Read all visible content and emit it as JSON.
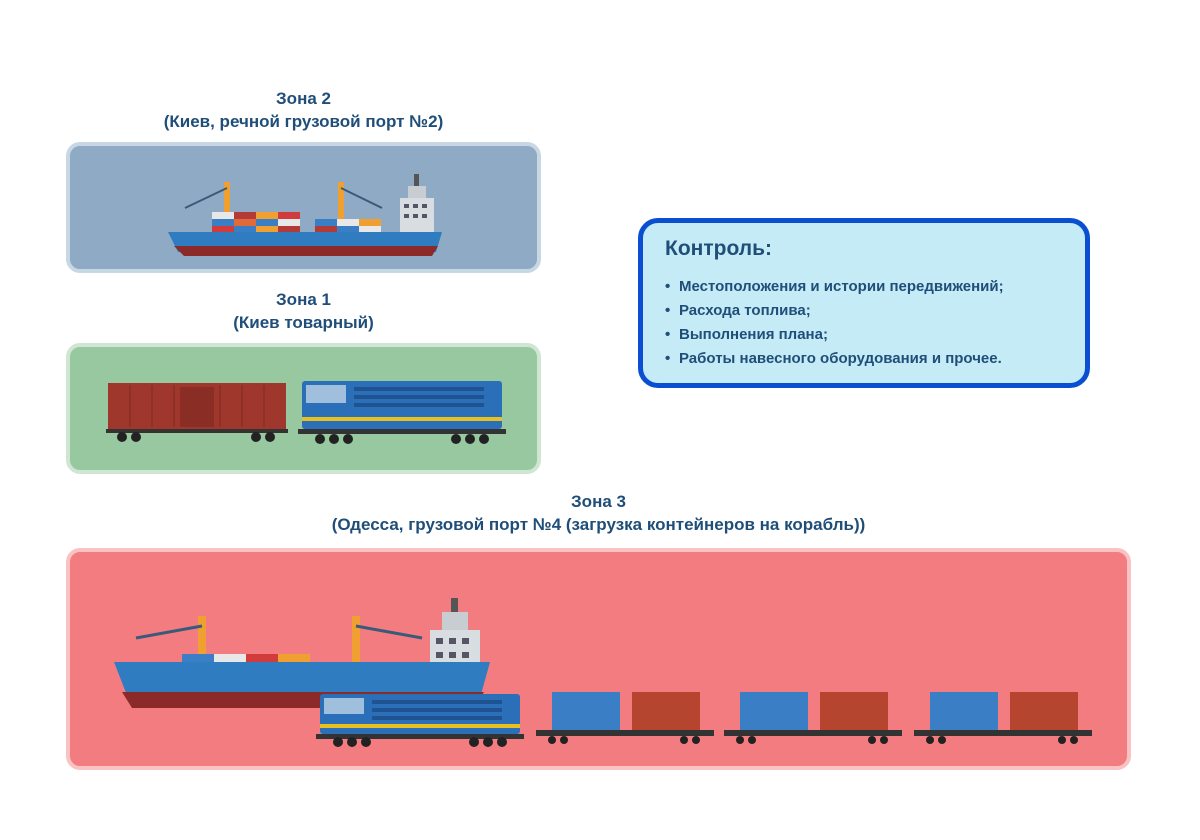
{
  "zones": {
    "zone2": {
      "title": "Зона 2",
      "subtitle": "(Киев, речной грузовой порт №2)"
    },
    "zone1": {
      "title": "Зона 1",
      "subtitle": "(Киев товарный)"
    },
    "zone3": {
      "title": "Зона 3",
      "subtitle": "(Одесса, грузовой порт №4 (загрузка контейнеров на корабль))"
    }
  },
  "control": {
    "title": "Контроль:",
    "bullet": "•",
    "items": [
      "Местоположения и истории передвижений;",
      "Расхода топлива;",
      "Выполнения плана;",
      "Работы навесного оборудования и прочее."
    ]
  },
  "colors": {
    "zone2_bg": "#8eaac4",
    "zone1_bg": "#97c89f",
    "zone3_bg": "#f37c80",
    "control_bg": "#c4ebf6",
    "control_border": "#0a4fd1",
    "text": "#1f4e79",
    "ship_hull": "#2f7cc1",
    "ship_bottom": "#8c2a2a",
    "crane": "#f0a030",
    "locomotive": "#2b6fb8",
    "boxcar": "#a0372c",
    "container_blue": "#3a7fc6",
    "container_red": "#b5452f"
  }
}
